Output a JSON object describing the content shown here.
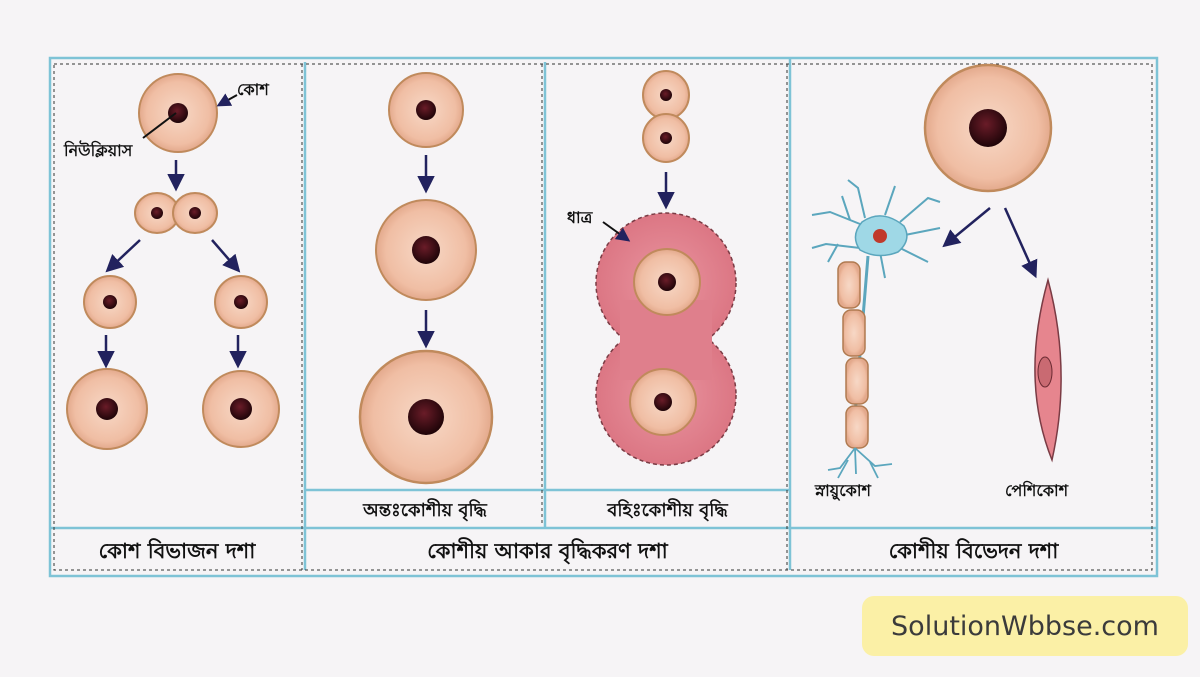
{
  "labels": {
    "cell": "কোশ",
    "nucleus": "নিউক্লিয়াস",
    "matrix": "ধাত্র",
    "nerve_cell": "স্নায়ুকোশ",
    "muscle_cell": "পেশিকোশ"
  },
  "sub_panels": {
    "intracellular": "অন্তঃকোশীয় বৃদ্ধি",
    "extracellular": "বহিঃকোশীয় বৃদ্ধি"
  },
  "stages": {
    "division": "কোশ বিভাজন দশা",
    "enlargement": "কোশীয় আকার বৃদ্ধিকরণ দশা",
    "differentiation": "কোশীয় বিভেদন দশা"
  },
  "brand": "SolutionWbbse.com",
  "colors": {
    "cell_fill": "#f2c2a8",
    "cell_rim": "#c89a6a",
    "nucleus": "#3a0a12",
    "matrix": "#e2838f",
    "frame": "#7ec3d6",
    "arrow": "#22225e",
    "neuron": "#9fd8e6"
  }
}
